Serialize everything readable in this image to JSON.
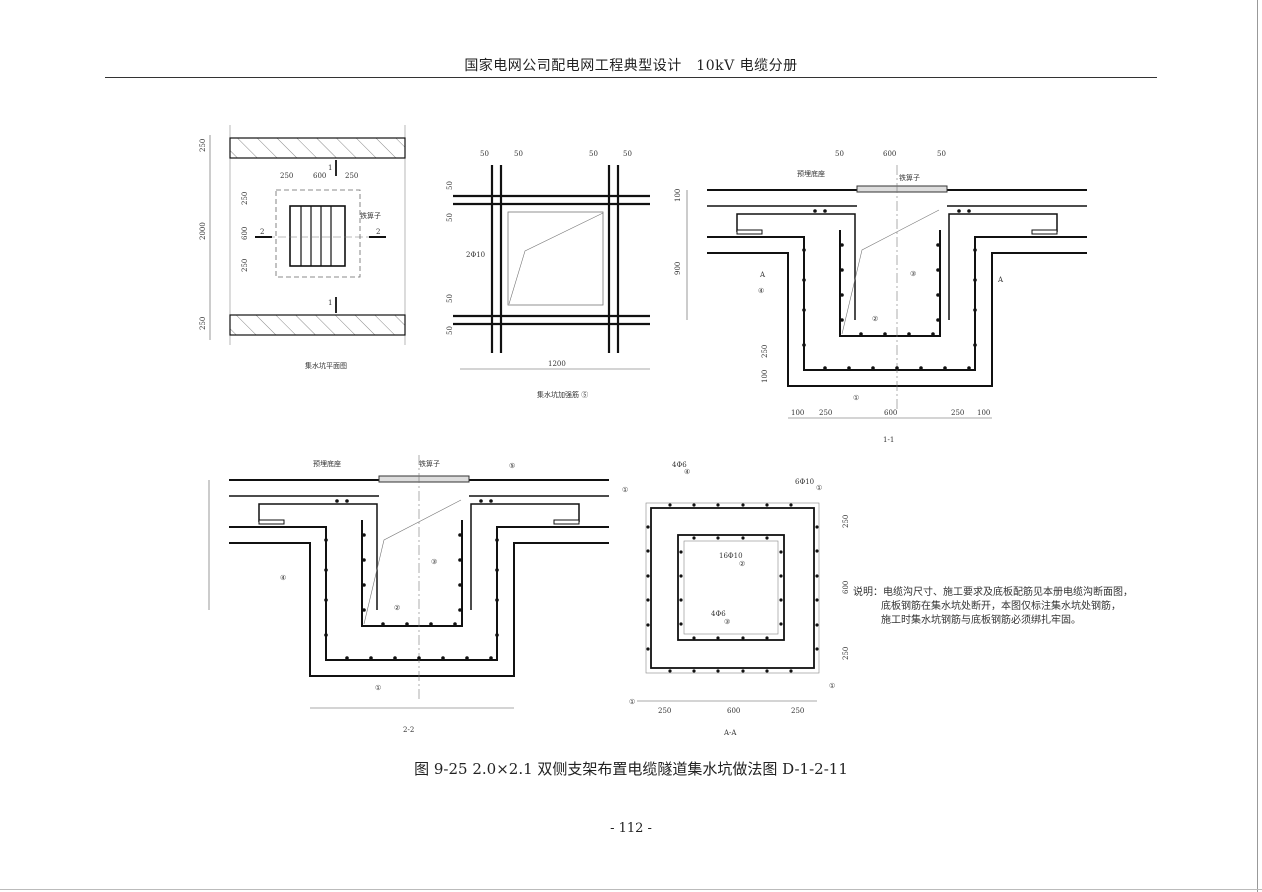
{
  "header": {
    "title": "国家电网公司配电网工程典型设计　10kV 电缆分册"
  },
  "figure": {
    "caption": "图 9-25  2.0×2.1 双侧支架布置电缆隧道集水坑做法图  D-1-2-11",
    "page_number": "- 112 -"
  },
  "plan_view": {
    "title": "集水坑平面图",
    "dims": {
      "d250": "250",
      "d600": "600",
      "d2000": "2000"
    },
    "labels": {
      "grate": "铁箅子",
      "sec1": "1",
      "sec2": "2"
    }
  },
  "rebar_view": {
    "title": "集水坑加强筋 ⑤",
    "dims": {
      "d50": "50",
      "d1200": "1200"
    },
    "labels": {
      "bars": "2Φ10"
    }
  },
  "section_1": {
    "title": "1-1",
    "labels": {
      "embedded_base": "预埋底座",
      "grate": "铁箅子",
      "A": "A"
    },
    "dims": {
      "d50": "50",
      "d600": "600",
      "d100": "100",
      "d900": "900",
      "d250": "250"
    },
    "markers": [
      "①",
      "②",
      "③",
      "④"
    ]
  },
  "section_2": {
    "title": "2-2",
    "labels": {
      "embedded_base": "预埋底座",
      "grate": "铁箅子"
    },
    "markers": [
      "①",
      "②",
      "③",
      "④",
      "⑤"
    ]
  },
  "section_aa": {
    "title": "A-A",
    "labels": {
      "r4": "4Φ6",
      "r1": "6Φ10",
      "r2": "16Φ10",
      "r3": "4Φ6"
    },
    "dims": {
      "d250": "250",
      "d600": "600"
    }
  },
  "notes": {
    "line1": "说明：电缆沟尺寸、施工要求及底板配筋见本册电缆沟断面图，",
    "line2": "底板钢筋在集水坑处断开，本图仅标注集水坑处钢筋，",
    "line3": "施工时集水坑钢筋与底板钢筋必须绑扎牢固。"
  }
}
